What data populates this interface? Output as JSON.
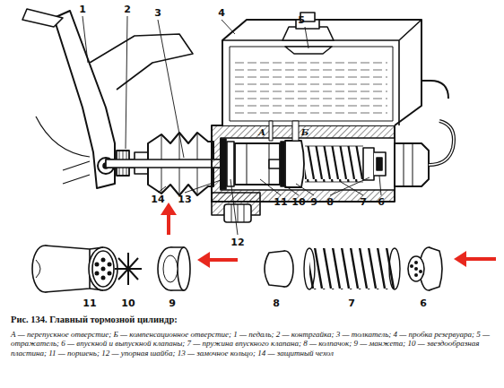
{
  "diagram": {
    "caption": "Рис. 134. Главный тормозной цилиндр:",
    "labels": [
      "1",
      "2",
      "3",
      "4",
      "5",
      "А",
      "Б",
      "14",
      "13",
      "12",
      "11",
      "10",
      "9",
      "8",
      "7",
      "6",
      "11",
      "10",
      "9",
      "8",
      "7",
      "6",
      "А — перепускное отверстие; Б — компенсационное отверстие; 1 — педаль; 2 — контргайка; 3 — толкатель; 4 — пробка резервуара; 5 — отражатель; 6 — впускной и выпускной клапаны; 7 — пружина впускного клапана; 8 — колпачок; 9 — манжета; 10 — звездообразная пластина; 11 — поршень; 12 — упорная шайба; 13 — замочное кольцо; 14 — защитный чехол"
    ]
  }
}
